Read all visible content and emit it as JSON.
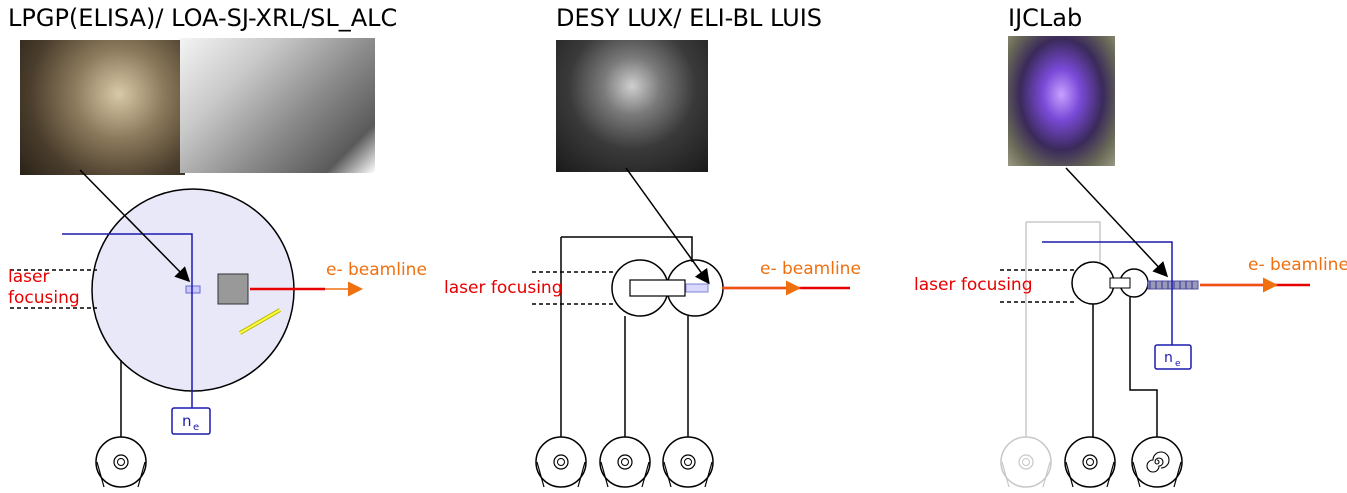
{
  "panels": [
    {
      "id": "left",
      "title": "LPGP(ELISA)/ LOA-SJ-XRL/SL_ALC",
      "laser_label_line1": "laser",
      "laser_label_line2": "focusing",
      "beamline_label": "e- beamline",
      "density_label": "n",
      "density_sub": "e"
    },
    {
      "id": "middle",
      "title": "DESY LUX/ ELI-BL LUIS",
      "laser_label": "laser focusing",
      "beamline_label": "e- beamline"
    },
    {
      "id": "right",
      "title": "IJCLab",
      "laser_label": "laser focusing",
      "beamline_label": "e- beamline",
      "density_label": "n",
      "density_sub": "e"
    }
  ],
  "colors": {
    "laser": "#e60000",
    "beamline": "#f07010",
    "density_line": "#1a1ab0",
    "chamber_fill": "#e8e8f8"
  },
  "icons": [
    "vacuum-pump-icon",
    "scroll-pump-icon",
    "gas-cell-photo",
    "capillary-photo",
    "cell-photo"
  ]
}
